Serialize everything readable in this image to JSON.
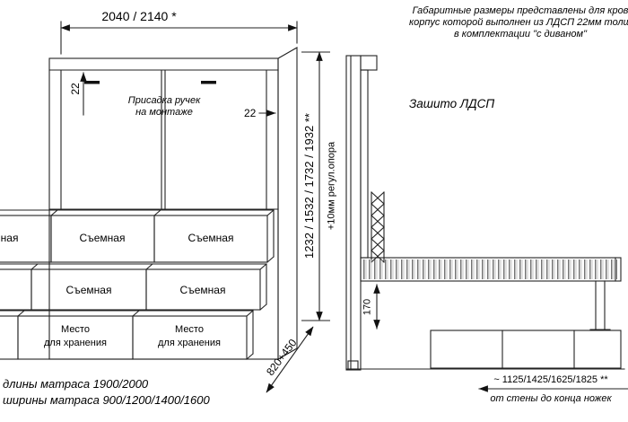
{
  "front_view": {
    "width_dim": "2040 / 2140 *",
    "top_panel_thickness": "22",
    "side_panel_thickness": "22",
    "handle_note": {
      "line1": "Присадка ручек",
      "line2": "на монтаже"
    },
    "cushion_removable": "Съемная",
    "storage": {
      "line1": "Место",
      "line2": "для хранения"
    },
    "mattress_length_note": "длины матраса 1900/2000",
    "mattress_width_note": "ширины матраса 900/1200/1400/1600"
  },
  "dimensions": {
    "height_dim": "1232 / 1532 / 1732 / 1932 **",
    "adjustable_support_note": "+10мм регул.опора",
    "depth_dim": "820+450",
    "frame_height": "170",
    "wall_to_legs": {
      "line1": "~ 1125/1425/1625/1825 **",
      "line2": "от стены до конца ножек"
    }
  },
  "side_view": {
    "header_note": {
      "line1": "Габаритные размеры представлены для кров",
      "line2": "корпус которой выполнен из ЛДСП 22мм толщ",
      "line3": "в комплектации \"с диваном\""
    },
    "panel_note": "Зашито ЛДСП"
  }
}
